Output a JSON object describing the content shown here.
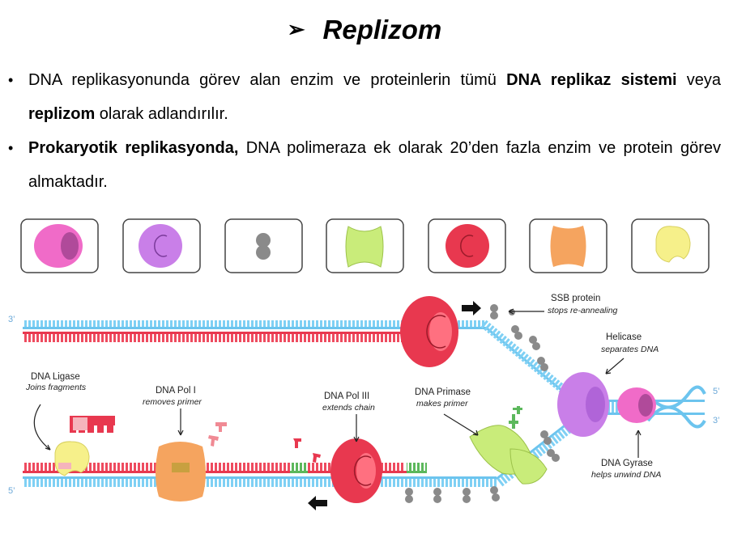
{
  "title": "Replizom",
  "bullets": [
    {
      "t1": "DNA replikasyonunda görev alan enzim ve proteinlerin tümü ",
      "b1": "DNA replikaz sistemi",
      "t2": " veya ",
      "b2": "replizom",
      "t3": " olarak adlandırılır."
    },
    {
      "b1": "Prokaryotik replikasyonda,",
      "t1": " DNA polimeraza ek olarak 20’den fazla enzim ve protein görev almaktadır."
    }
  ],
  "diagram": {
    "labels": {
      "ssb": "SSB protein",
      "ssb_sub": "stops re-annealing",
      "helicase": "Helicase",
      "helicase_sub": "separates DNA",
      "ligase": "DNA Ligase",
      "ligase_sub": "Joins fragments",
      "pol1": "DNA Pol I",
      "pol1_sub": "removes primer",
      "pol3": "DNA Pol III",
      "pol3_sub": "extends chain",
      "primase": "DNA Primase",
      "primase_sub": "makes primer",
      "gyrase": "DNA Gyrase",
      "gyrase_sub": "helps unwind DNA"
    },
    "ends": {
      "top_left": "3’",
      "bottom_left": "5’",
      "right_top": "5’",
      "right_bottom": "3’"
    },
    "colors": {
      "leading": "#e8384f",
      "template": "#6cc4ee",
      "primer": "#5cb85c",
      "helicase": "#c97fe8",
      "gyrase": "#f06bc8",
      "pol3": "#e8384f",
      "primase": "#c9ec7a",
      "pol1": "#f5a45f",
      "ligase": "#f6f08a",
      "ssb": "#8a8a8a"
    }
  }
}
